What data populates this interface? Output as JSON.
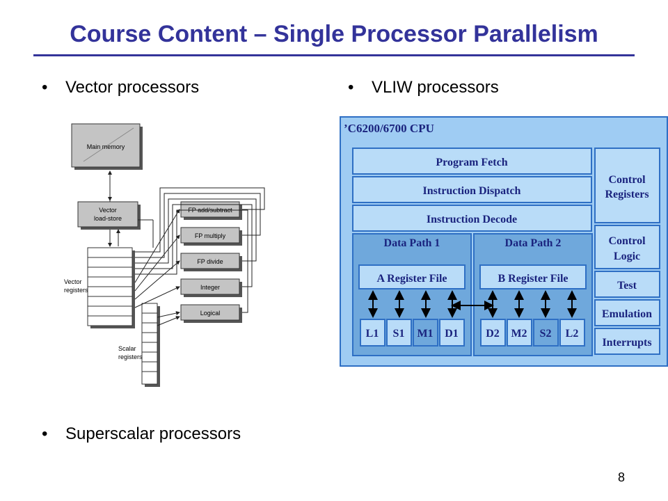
{
  "slide": {
    "title": "Course Content – Single Processor Parallelism",
    "page_number": "8",
    "bullet_char": "•",
    "bullets": [
      "Vector processors",
      "VLIW processors",
      "Superscalar processors"
    ]
  },
  "vector_diagram": {
    "main_memory": "Main memory",
    "load_store": [
      "Vector",
      "load-store"
    ],
    "units": [
      "FP add/subtract",
      "FP multiply",
      "FP divide",
      "Integer",
      "Logical"
    ],
    "vector_registers": [
      "Vector",
      "registers"
    ],
    "scalar_registers": [
      "Scalar",
      "registers"
    ]
  },
  "vliw_diagram": {
    "title": "’C6200/6700 CPU",
    "stages": [
      "Program Fetch",
      "Instruction Dispatch",
      "Instruction Decode"
    ],
    "control_registers": [
      "Control",
      "Registers"
    ],
    "control_logic": [
      "Control",
      "Logic"
    ],
    "side_blocks": [
      "Test",
      "Emulation",
      "Interrupts"
    ],
    "data_path_1": {
      "label": "Data Path 1",
      "register_file": "A Register File",
      "units": [
        "L1",
        "S1",
        "M1",
        "D1"
      ]
    },
    "data_path_2": {
      "label": "Data Path 2",
      "register_file": "B Register File",
      "units": [
        "D2",
        "M2",
        "S2",
        "L2"
      ]
    },
    "colors": {
      "border": "#2e6fc4",
      "panel": "#9fccf3",
      "box": "#b9dcf8",
      "dark_box": "#6fa8dc",
      "title": "#1a237e"
    }
  }
}
